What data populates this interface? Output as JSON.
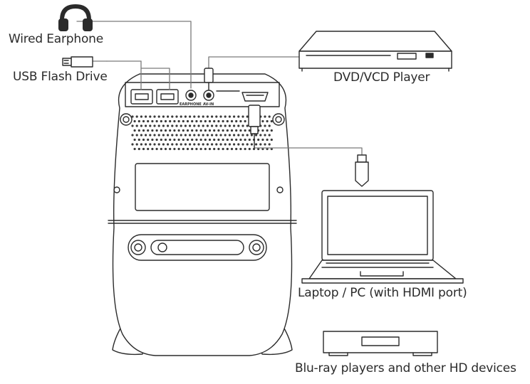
{
  "labels": {
    "wired_earphone": "Wired Earphone",
    "usb_flash_drive": "USB Flash Drive",
    "dvd_player": "DVD/VCD Player",
    "laptop": "Laptop / PC (with HDMI port)",
    "bluray": "Blu-ray players and other HD devices"
  },
  "ports": {
    "earphone": "EARPHONE",
    "av_in": "AV-IN"
  },
  "colors": {
    "stroke": "#2b2b2b",
    "fill": "#ffffff",
    "grille": "#3a3a3a"
  },
  "icons": [
    "headphones-icon",
    "usb-drive-icon",
    "dvd-player-icon",
    "laptop-icon",
    "bluray-player-icon",
    "hdmi-plug-icon",
    "projector-icon"
  ]
}
